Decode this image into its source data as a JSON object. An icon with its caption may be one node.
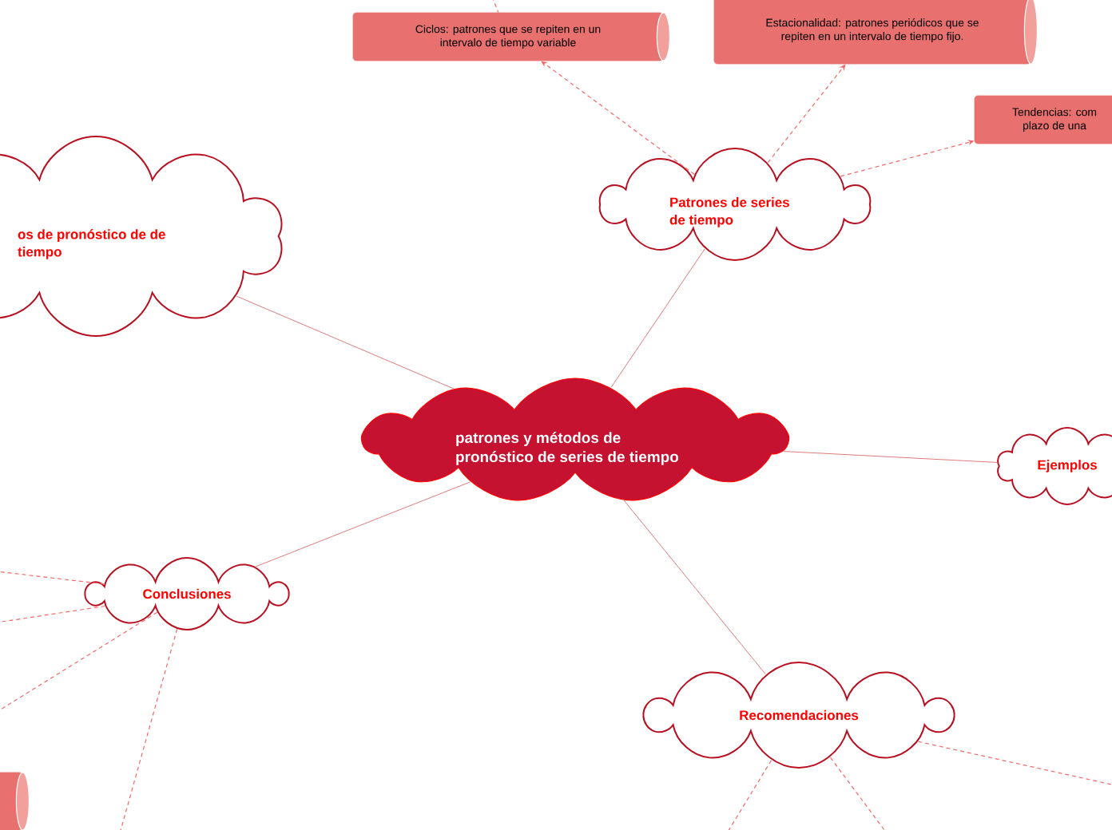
{
  "diagram": {
    "nodes": [
      {
        "text": [
          "patrones y métodos de pronóstico de series de tiempo"
        ]
      },
      {
        "text": [
          "Patrones de series de tiempo"
        ]
      },
      {
        "text": [
          "Ciclos: patrones que se repiten en un intervalo de tiempo variable"
        ]
      },
      {
        "text": [
          "Estacionalidad: patrones periódicos que se repiten en un intervalo de tiempo fijo."
        ]
      },
      {
        "text": [
          "Tendencias: com plazo de una"
        ]
      },
      {
        "text": [
          "os de pronóstico de de tiempo"
        ]
      },
      {
        "text": [
          "Conclusiones"
        ]
      },
      {
        "text": [
          "Recomendaciones"
        ]
      },
      {
        "text": [
          "Ejemplos"
        ]
      },
      {
        "text": [],
        "shape": "cylinder"
      }
    ],
    "edges": [
      {
        "from": 0,
        "to": 1,
        "arrow": "none"
      },
      {
        "from": 0,
        "to": 5,
        "arrow": "none"
      },
      {
        "from": 0,
        "to": 6,
        "arrow": "none"
      },
      {
        "from": 0,
        "to": 7,
        "arrow": "none"
      },
      {
        "from": 0,
        "to": 8,
        "arrow": "none"
      },
      {
        "from": 1,
        "to": 2,
        "arrow": "to",
        "style": "dashed"
      },
      {
        "from": 1,
        "to": 3,
        "arrow": "to",
        "style": "dashed"
      },
      {
        "from": 1,
        "to": 4,
        "arrow": "to",
        "style": "dashed"
      },
      {
        "from": null,
        "to": 2,
        "arrow": "none",
        "style": "dashed"
      },
      {
        "from": 6,
        "to": null,
        "arrow": "none",
        "style": "dashed"
      },
      {
        "from": 6,
        "to": null,
        "arrow": "none",
        "style": "dashed"
      },
      {
        "from": 6,
        "to": null,
        "arrow": "none",
        "style": "dashed"
      },
      {
        "from": 6,
        "to": null,
        "arrow": "none",
        "style": "dashed"
      },
      {
        "from": 7,
        "to": null,
        "arrow": "none",
        "style": "dashed"
      },
      {
        "from": 7,
        "to": null,
        "arrow": "none",
        "style": "dashed"
      },
      {
        "from": 7,
        "to": null,
        "arrow": "none",
        "style": "dashed"
      }
    ]
  }
}
